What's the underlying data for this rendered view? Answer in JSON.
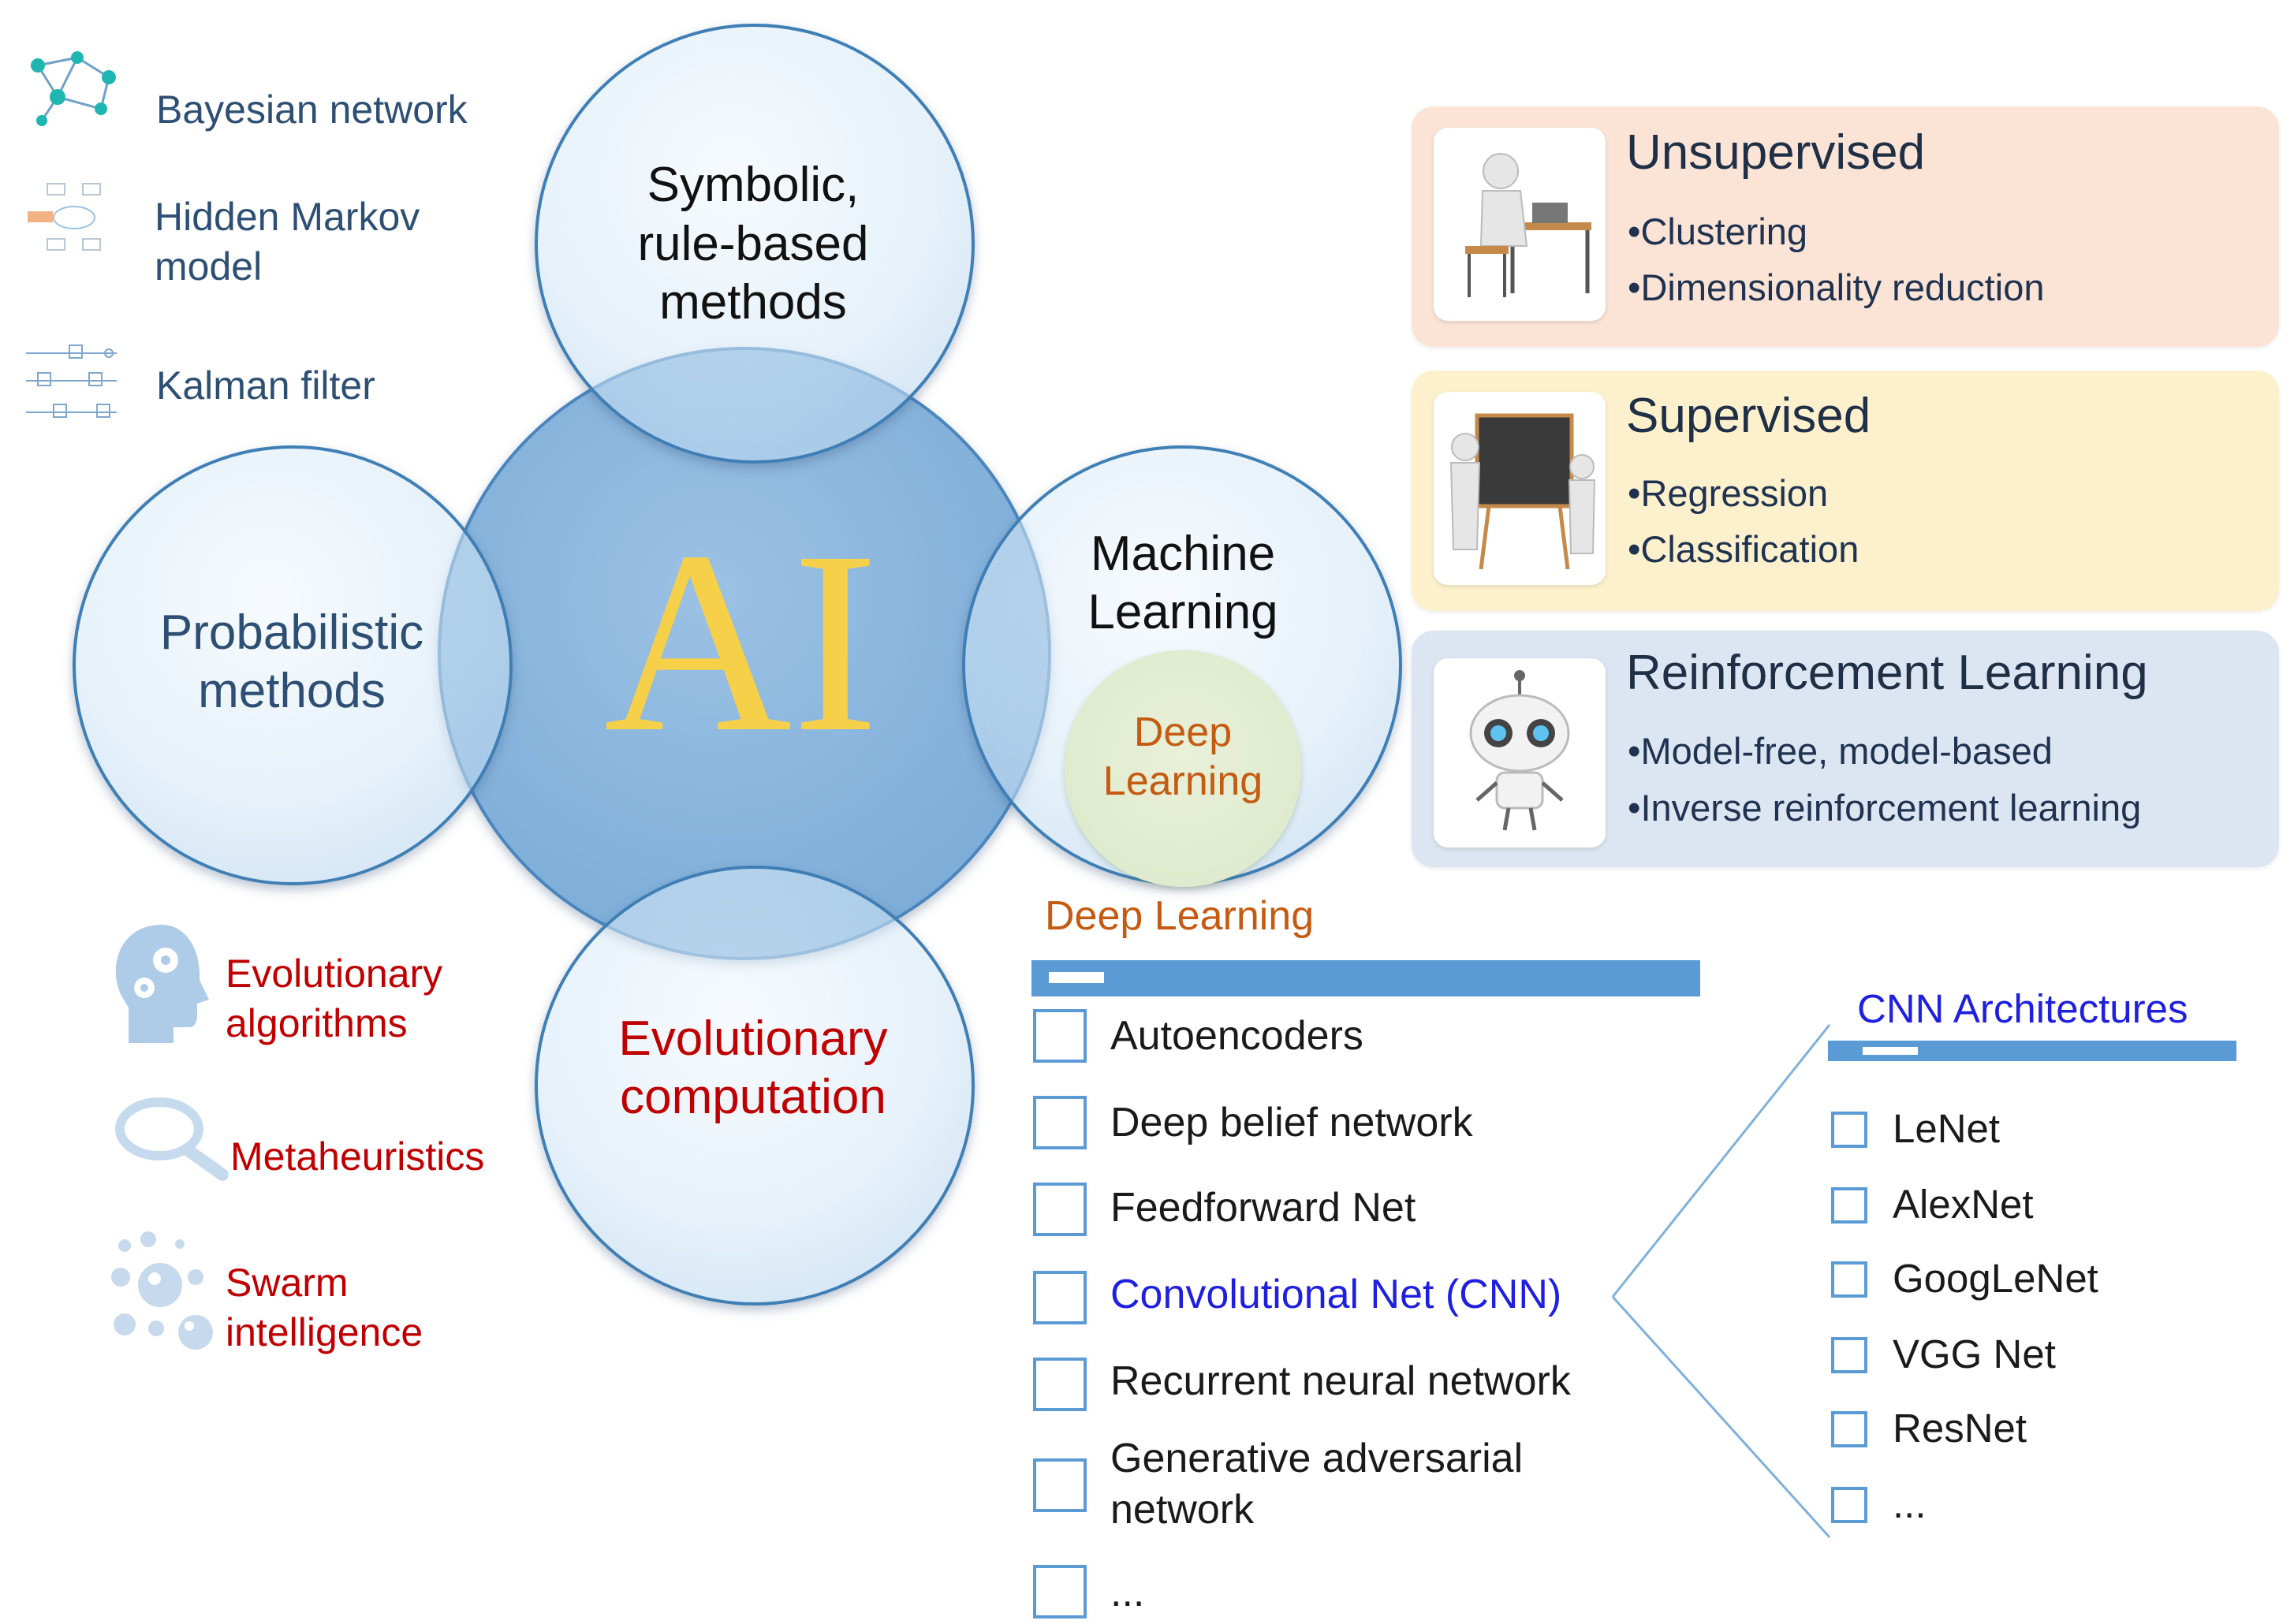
{
  "center": {
    "label": "AI"
  },
  "circles": {
    "symbolic": "Symbolic,\nrule-based\nmethods",
    "probabilistic": "Probabilistic\nmethods",
    "machine_learning": "Machine\nLearning",
    "deep_learning_inner": "Deep\nLearning",
    "evolutionary": "Evolutionary\ncomputation"
  },
  "probabilistic_examples": [
    {
      "label": "Bayesian network",
      "icon": "bayesian-network-icon"
    },
    {
      "label": "Hidden Markov\nmodel",
      "icon": "hidden-markov-icon"
    },
    {
      "label": "Kalman filter",
      "icon": "kalman-filter-icon"
    }
  ],
  "evolutionary_examples": [
    {
      "label": "Evolutionary\nalgorithms",
      "icon": "gear-head-icon"
    },
    {
      "label": "Metaheuristics",
      "icon": "magnifier-icon"
    },
    {
      "label": "Swarm\nintelligence",
      "icon": "bubbles-icon"
    }
  ],
  "ml_panels": [
    {
      "title": "Unsupervised",
      "bullets": [
        "•Clustering",
        "•Dimensionality reduction"
      ],
      "color": "#fbe3d6",
      "icon": "person-at-desk-icon"
    },
    {
      "title": "Supervised",
      "bullets": [
        "•Regression",
        "•Classification"
      ],
      "color": "#fdf1cd",
      "icon": "teacher-blackboard-icon"
    },
    {
      "title": "Reinforcement Learning",
      "bullets": [
        "•Model-free, model-based",
        "•Inverse reinforcement learning"
      ],
      "color": "#dce6f2",
      "icon": "robot-icon"
    }
  ],
  "deep_learning": {
    "heading": "Deep Learning",
    "items": [
      "Autoencoders",
      "Deep belief network",
      "Feedforward Net",
      "Convolutional Net (CNN)",
      "Recurrent neural network",
      "Generative adversarial\nnetwork",
      "..."
    ]
  },
  "cnn": {
    "heading": "CNN Architectures",
    "items": [
      "LeNet",
      "AlexNet",
      "GoogLeNet",
      "VGG Net",
      "ResNet",
      "..."
    ]
  },
  "colors": {
    "ai_yellow": "#f7d04a",
    "evolutionary_red": "#c00000",
    "cnn_blue": "#1f1fe0",
    "deep_learning_orange": "#c55a11",
    "bar_blue": "#5b9bd5",
    "text_navy": "#2e4f74"
  }
}
